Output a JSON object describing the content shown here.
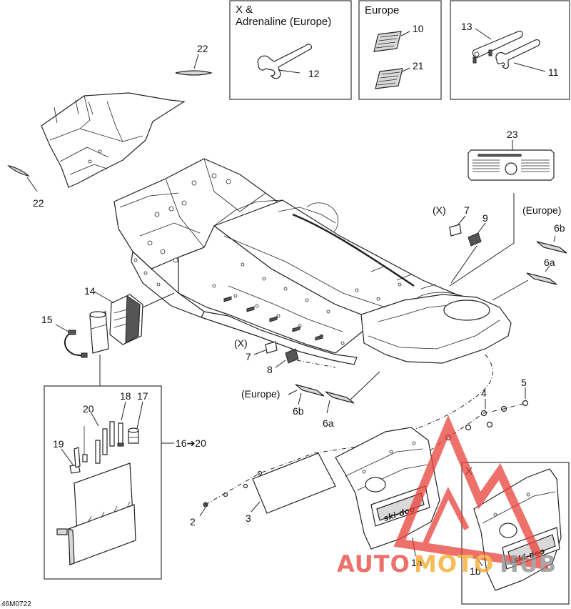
{
  "diagram_code": "46M0722",
  "insets": {
    "x_adrenaline": {
      "title_line1": "X &",
      "title_line2": "Adrenaline (Europe)"
    },
    "europe": {
      "title": "Europe"
    },
    "x_bumper": {
      "title": "X"
    }
  },
  "qualifiers": {
    "x_upper": "(X)",
    "x_lower": "(X)",
    "europe_right": "(Europe)",
    "europe_lower": "(Europe)"
  },
  "callouts": {
    "p1a": "1a",
    "p1b": "1b",
    "p2": "2",
    "p3": "3",
    "p4": "4",
    "p5": "5",
    "p6a_upper": "6a",
    "p6b_upper": "6b",
    "p6a_lower": "6a",
    "p6b_lower": "6b",
    "p7_upper": "7",
    "p7_lower": "7",
    "p8": "8",
    "p9": "9",
    "p10": "10",
    "p11": "11",
    "p12": "12",
    "p13": "13",
    "p14": "14",
    "p15": "15",
    "p16_20": "16➔20",
    "p17": "17",
    "p18": "18",
    "p19": "19",
    "p20": "20",
    "p21": "21",
    "p22_top": "22",
    "p22_bottom": "22",
    "p23": "23"
  },
  "bumper_logo": "ski-doo",
  "watermark": {
    "text_red": "AUTO",
    "text_orange": "MOTO",
    "text_gray": "HUB",
    "color_red": "#e8413a",
    "color_orange": "#f5a623",
    "color_gray": "#8a8a8a"
  }
}
